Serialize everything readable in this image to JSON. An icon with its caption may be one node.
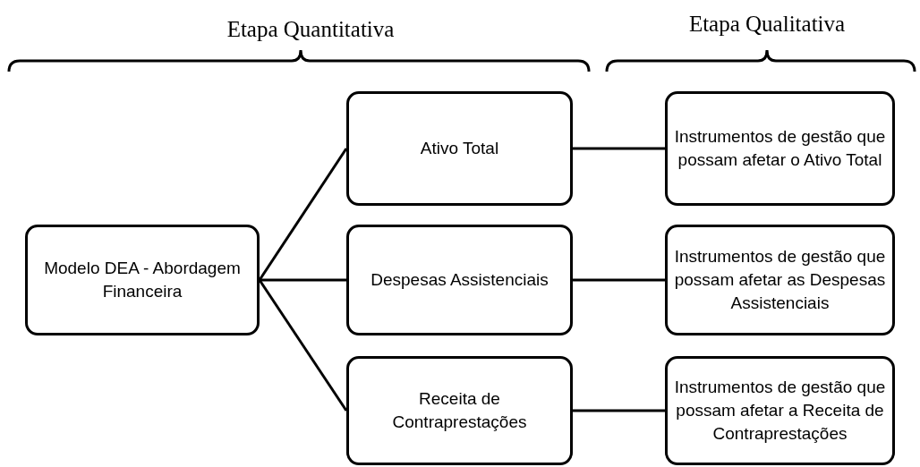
{
  "diagram": {
    "nodes": [
      {
        "text": [
          "Modelo DEA - Abordagem Financeira"
        ]
      },
      {
        "text": [
          "Ativo Total"
        ]
      },
      {
        "text": [
          "Despesas Assistenciais"
        ]
      },
      {
        "text": [
          "Receita de Contraprestações"
        ]
      },
      {
        "text": [
          "Instrumentos de gestão que possam afetar o Ativo Total"
        ]
      },
      {
        "text": [
          "Instrumentos de gestão que possam afetar as Despesas Assistenciais"
        ]
      },
      {
        "text": [
          "Instrumentos de gestão que possam afetar a Receita de Contraprestações"
        ]
      }
    ],
    "edges": [
      {
        "from": 0,
        "to": 1,
        "arrow": "none"
      },
      {
        "from": 0,
        "to": 2,
        "arrow": "none"
      },
      {
        "from": 0,
        "to": 3,
        "arrow": "none"
      },
      {
        "from": 1,
        "to": 4,
        "arrow": "none"
      },
      {
        "from": 2,
        "to": 5,
        "arrow": "none"
      },
      {
        "from": 3,
        "to": 6,
        "arrow": "none"
      }
    ],
    "labels": [
      "Etapa Quantitativa",
      "Etapa Qualitativa"
    ]
  }
}
